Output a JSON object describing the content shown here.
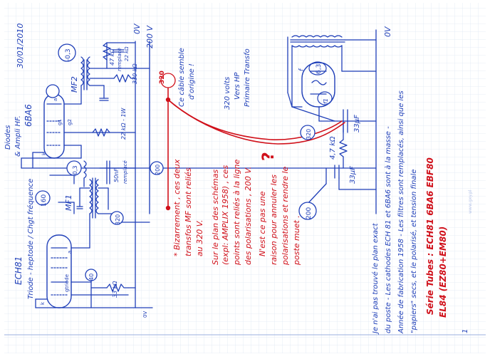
{
  "colors": {
    "ink": "#1f3fb8",
    "grid": "#dfe7f4",
    "margin": "#9bb0e0",
    "red": "#d0101a",
    "paper": "#ffffff",
    "watermark": "#b9c7ea"
  },
  "diagram": {
    "date": "30/01/2010",
    "header_diodes": "Diodes",
    "header_ampli_hf": "& Ampli HF.",
    "header_left": "Triode - heptode / Chgt fréquence",
    "tube_ech81": "ECH81",
    "tube_6ba6": "6BA6",
    "transformer_mf1": "MF1",
    "transformer_mf2": "MF2",
    "rail_0v_left": "0V",
    "rail_200v": "200 V",
    "rail_0v_right": "0V",
    "note_cable_1": "Ce câble semble",
    "note_cable_2": "d'origine !",
    "vers_hp_1": "320 volts",
    "vers_hp_2": "Vers HP",
    "vers_hp_3": "Primaire Transfo",
    "v_320_top": "320",
    "v_320_mid": "320",
    "v_320_left": "320",
    "v_200_node": "200",
    "v_200_bottom": "200",
    "v_160": "160",
    "v_40": "40",
    "v_minus03_top": "-0,3",
    "v_minus03_mid": "-0,3",
    "v_63": "6,3",
    "label_f": "f",
    "label_f1": "f1",
    "r_47k": "47 kΩ",
    "r_330k": "330 kΩ",
    "r_22k": "22 kΩ - 1W",
    "r_22k_small": "22 kΩ",
    "r_47k_2": "4,7 kΩ",
    "r_33k": "33 kΩ",
    "c_33uf_a": "33µF",
    "c_33uf_b": "33µF",
    "c_50nf": "50nF",
    "remplace": "remplacé",
    "remplace2": "remplacé",
    "pin_g1": "g1",
    "pin_g2": "g2",
    "pin_k": "k",
    "pin_k2": "k",
    "pin_a": "a",
    "pin_a2": "a",
    "pin_gtriode": "gtriode",
    "label_0v_small": "0V",
    "question": "?",
    "red_note": [
      "* Bizarrement , ces deux",
      "transfos MF sont reliés",
      "au 320 V.",
      "Sur le plan des schémas",
      "(expl: AMPLIX 1958) , ces",
      "points sont reliés à la ligne",
      "des polarisations , 200 V.",
      "N'est ce pas une",
      "raison pour annuler les",
      "polarisations et rendre le",
      "poste muet ."
    ],
    "blue_notes": [
      "Je n'ai pas trouvé le plan exact",
      "du poste - Les cathodes ECH 81 et 6BA6 sont à la masse -",
      "Année de fabrication 1958 - Les filtres sont remplacés, ainsi que les",
      "\"papiers\" secs, et le polarisé, et tension finale",
      "Série Tubes : ECH81 6BA6 EBF80",
      "EL84 (EZ80+EM80)"
    ],
    "page_number": "1",
    "watermark": "www.gxy.pl"
  }
}
